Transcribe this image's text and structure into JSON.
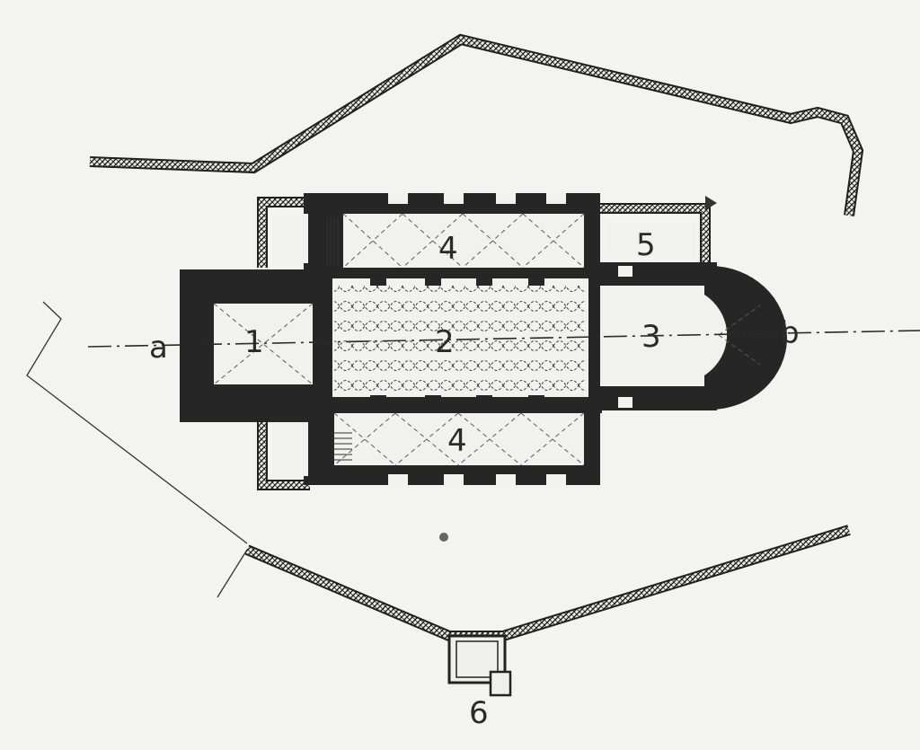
{
  "plan": {
    "section_marks": {
      "start": "a",
      "end": "b"
    },
    "labels": {
      "tower": "1",
      "nave": "2",
      "choir": "3",
      "aisle_north": "4",
      "aisle_south": "4",
      "annex": "5",
      "gate": "6"
    }
  }
}
